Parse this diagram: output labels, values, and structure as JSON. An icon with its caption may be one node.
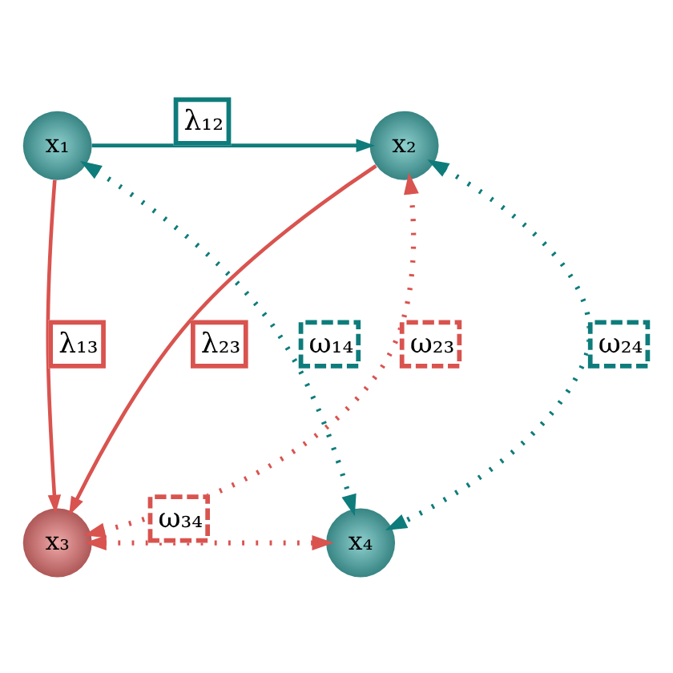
{
  "diagram": {
    "nodes": [
      {
        "text": [
          "x₁"
        ]
      },
      {
        "text": [
          "x₂"
        ]
      },
      {
        "text": [
          "x₃"
        ]
      },
      {
        "text": [
          "x₄"
        ]
      }
    ],
    "edges": [
      {
        "from": 0,
        "to": 1,
        "arrow": "to",
        "label": "λ₁₂",
        "color": "#0e7c7b"
      },
      {
        "from": 1,
        "to": 2,
        "arrow": "to",
        "label": "λ₂₃"
      },
      {
        "from": 0,
        "to": 2,
        "arrow": "to",
        "label": "λ₁₃"
      },
      {
        "from": 1,
        "to": 2,
        "arrow": "both",
        "label": "ω₂₃",
        "style": "dashed"
      },
      {
        "from": 0,
        "to": 3,
        "arrow": "both",
        "label": "ω₁₄",
        "style": "dashed",
        "color": "#0e7c7b"
      },
      {
        "from": 1,
        "to": 3,
        "arrow": "both",
        "label": "ω₂₄",
        "style": "dashed",
        "color": "#0e7c7b"
      },
      {
        "from": 2,
        "to": 3,
        "arrow": "both",
        "label": "ω₃₄",
        "style": "dashed"
      }
    ]
  }
}
